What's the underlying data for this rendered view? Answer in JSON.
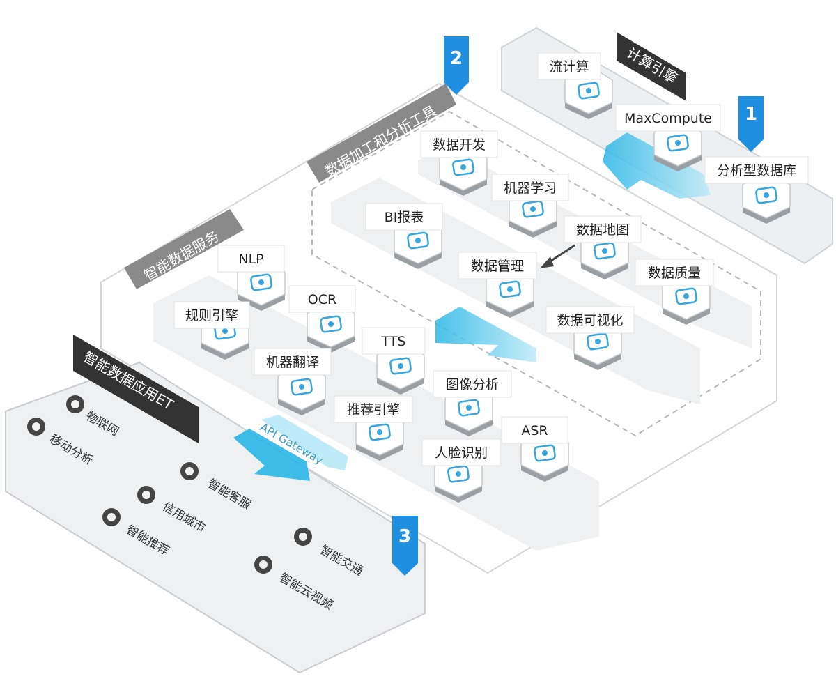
{
  "layers": {
    "compute_title": "计算引擎",
    "tools_title": "数据加工和分析工具",
    "service_title": "智能数据服务",
    "app_title": "智能数据应用ET"
  },
  "badges": [
    "1",
    "2",
    "3"
  ],
  "compute_nodes": [
    {
      "label": "流计算",
      "icon": "stream-icon"
    },
    {
      "label": "MaxCompute",
      "icon": "maxcompute-icon"
    },
    {
      "label": "分析型数据库",
      "icon": "database-icon"
    }
  ],
  "tool_nodes": [
    {
      "label": "数据开发",
      "icon": "dev-icon"
    },
    {
      "label": "机器学习",
      "icon": "ml-icon"
    },
    {
      "label": "BI报表",
      "icon": "report-icon"
    },
    {
      "label": "数据地图",
      "icon": "map-icon"
    },
    {
      "label": "数据管理",
      "icon": "manage-icon"
    },
    {
      "label": "数据质量",
      "icon": "quality-icon"
    },
    {
      "label": "数据可视化",
      "icon": "visual-icon"
    }
  ],
  "service_nodes": [
    {
      "label": "NLP",
      "icon": "nlp-icon"
    },
    {
      "label": "OCR",
      "icon": "ocr-icon"
    },
    {
      "label": "规则引擎",
      "icon": "rule-icon"
    },
    {
      "label": "TTS",
      "icon": "tts-icon"
    },
    {
      "label": "机器翻译",
      "icon": "translate-icon"
    },
    {
      "label": "图像分析",
      "icon": "image-icon"
    },
    {
      "label": "推荐引擎",
      "icon": "recommend-icon"
    },
    {
      "label": "ASR",
      "icon": "asr-icon"
    },
    {
      "label": "人脸识别",
      "icon": "face-icon"
    }
  ],
  "apps": [
    {
      "label": "物联网",
      "icon": "iot-icon"
    },
    {
      "label": "移动分析",
      "icon": "mobile-analysis-icon"
    },
    {
      "label": "智能客服",
      "icon": "customer-service-icon"
    },
    {
      "label": "信用城市",
      "icon": "city-icon"
    },
    {
      "label": "智能推荐",
      "icon": "smart-recommend-icon"
    },
    {
      "label": "智能交通",
      "icon": "traffic-icon"
    },
    {
      "label": "智能云视频",
      "icon": "video-icon"
    }
  ],
  "api_gateway": "API Gateway",
  "colors": {
    "accent": "#29a8e0",
    "badge": "#1e8fe1",
    "dark_banner": "#333333",
    "grey_banner": "#8a8a8a",
    "platform": "#f0f2f4",
    "node_icon": "#35a6df"
  }
}
